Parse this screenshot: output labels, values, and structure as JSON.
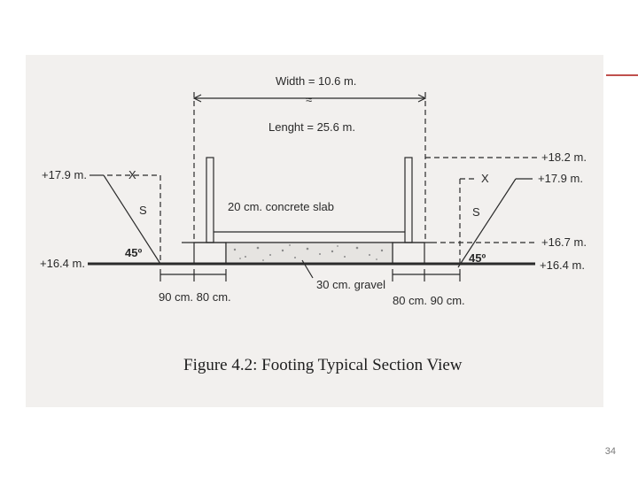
{
  "slide": {
    "page_number": "34",
    "accent_color": "#c0504d"
  },
  "figure": {
    "caption": "Figure 4.2: Footing Typical Section View",
    "labels": {
      "width": "Width = 10.6 m.",
      "break_mark": "≈",
      "length": "Lenght = 25.6 m.",
      "elev_left_top": "+17.9 m.",
      "elev_left_bottom": "+16.4 m.",
      "elev_right_top_1": "+18.2 m.",
      "elev_right_top_2": "+17.9 m.",
      "elev_right_bottom_1": "+16.7 m.",
      "elev_right_bottom_2": "+16.4 m.",
      "x_left": "X",
      "x_right": "X",
      "s_left": "S",
      "s_right": "S",
      "angle_left": "45º",
      "angle_right": "45º",
      "slab": "20 cm. concrete slab",
      "gravel": "30 cm. gravel",
      "dims_left": "90 cm. 80 cm.",
      "dims_right": "80 cm. 90 cm."
    },
    "colors": {
      "paper": "#f2f0ee",
      "ink": "#2a2a2a"
    }
  }
}
